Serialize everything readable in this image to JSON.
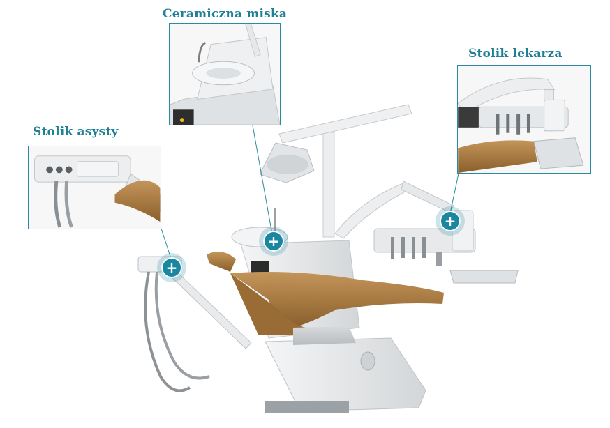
{
  "callouts": {
    "assistant_table": {
      "title": "Stolik asysty",
      "icon": "plus-icon",
      "hotspot_symbol": "+"
    },
    "ceramic_bowl": {
      "title": "Ceramiczna miska",
      "icon": "plus-icon",
      "hotspot_symbol": "+"
    },
    "doctor_table": {
      "title": "Stolik lekarza",
      "icon": "plus-icon",
      "hotspot_symbol": "+"
    }
  },
  "colors": {
    "accent": "#1f7f95",
    "hotspot": "#1a86a0",
    "upholstery": "#a87a3f",
    "chair_body": "#e9ebec"
  }
}
